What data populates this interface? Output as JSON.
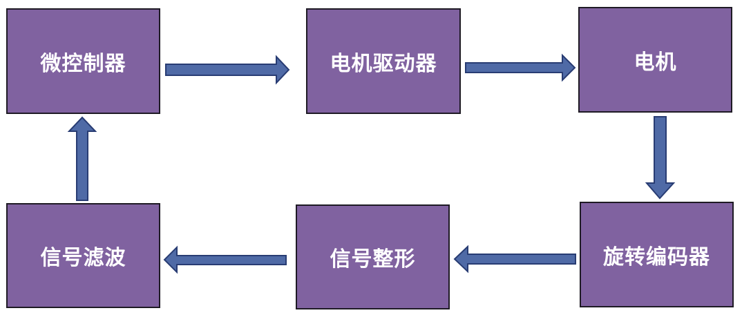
{
  "nodes": {
    "microcontroller": "微控制器",
    "motor_driver": "电机驱动器",
    "motor": "电机",
    "rotary_encoder": "旋转编码器",
    "signal_shaping": "信号整形",
    "signal_filtering": "信号滤波"
  },
  "colors": {
    "box_fill": "#8062a0",
    "box_border": "#1e1a24",
    "box_text": "#ffffff",
    "arrow_fill": "#4f6aa6",
    "arrow_stroke": "#283c73"
  }
}
